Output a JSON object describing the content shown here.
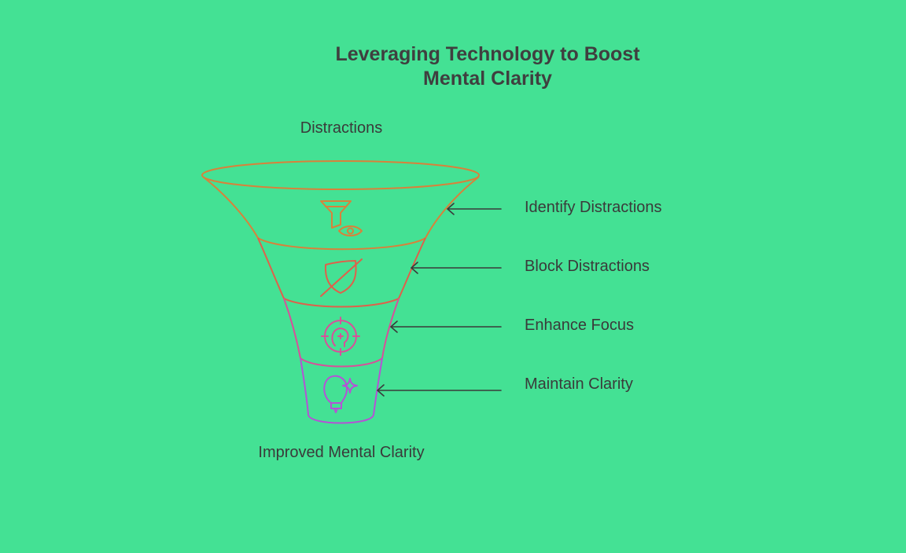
{
  "title_line1": "Leveraging Technology to Boost",
  "title_line2": "Mental Clarity",
  "top_label": "Distractions",
  "bottom_label": "Improved Mental Clarity",
  "steps": [
    {
      "label": "Identify Distractions",
      "icon": "funnel-eye-icon",
      "color": "#d9813a"
    },
    {
      "label": "Block Distractions",
      "icon": "shield-slash-icon",
      "color": "#e0604a"
    },
    {
      "label": "Enhance Focus",
      "icon": "target-head-icon",
      "color": "#d94f9a"
    },
    {
      "label": "Maintain Clarity",
      "icon": "lightbulb-sparkle-icon",
      "color": "#b552d6"
    }
  ],
  "colors": {
    "background": "#44e194",
    "text": "#3a3a3a",
    "arrow": "#3a3a3a"
  }
}
